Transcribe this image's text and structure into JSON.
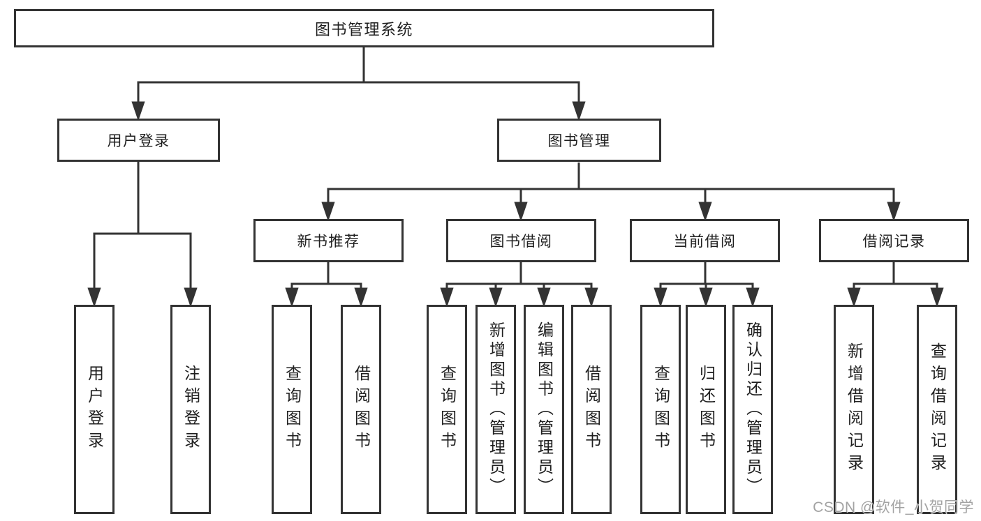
{
  "colors": {
    "line": "#333333",
    "text": "#1f1f1f",
    "background": "#ffffff",
    "watermark": "#a3a3a3"
  },
  "diagram": {
    "title": "图书管理系统",
    "level2": {
      "user_login": "用户登录",
      "book_mgmt": "图书管理"
    },
    "level3": {
      "new_book_rec": "新书推荐",
      "book_borrow": "图书借阅",
      "current_borrow": "当前借阅",
      "borrow_records": "借阅记录"
    },
    "leaves": {
      "user_login_leaf": "用户登录",
      "logout": "注销登录",
      "nbr_query_books": "查询图书",
      "nbr_borrow_books": "借阅图书",
      "bb_query_books": "查询图书",
      "bb_add_books": "新增图书（管理员）",
      "bb_edit_books": "编辑图书（管理员）",
      "bb_borrow_books": "借阅图书",
      "cb_query_books": "查询图书",
      "cb_return_books": "归还图书",
      "cb_confirm_return": "确认归还（管理员）",
      "br_add_record": "新增借阅记录",
      "br_query_record": "查询借阅记录"
    }
  },
  "watermark": {
    "text": "CSDN @软件_小贺同学"
  }
}
